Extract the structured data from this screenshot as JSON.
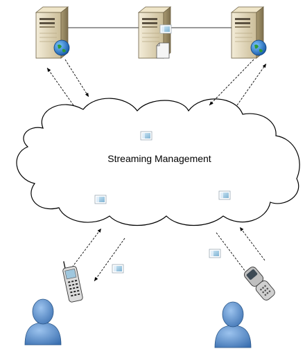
{
  "diagram": {
    "cloud_label": "Streaming Management",
    "servers": [
      {
        "name": "web-server-left",
        "icon": "server-with-globe-icon"
      },
      {
        "name": "media-server-center",
        "icon": "server-with-document-icon"
      },
      {
        "name": "web-server-right",
        "icon": "server-with-globe-icon"
      }
    ],
    "clients": [
      {
        "name": "mobile-phone-user",
        "icon": "mobile-phone-icon"
      },
      {
        "name": "flip-phone-user",
        "icon": "flip-phone-icon"
      }
    ],
    "connections": "dashed bidirectional arrows",
    "colors": {
      "server_case": "#e8dcc0",
      "globe": "#2a7cc8",
      "user": "#4a7fc0",
      "cloud_stroke": "#000000"
    }
  }
}
